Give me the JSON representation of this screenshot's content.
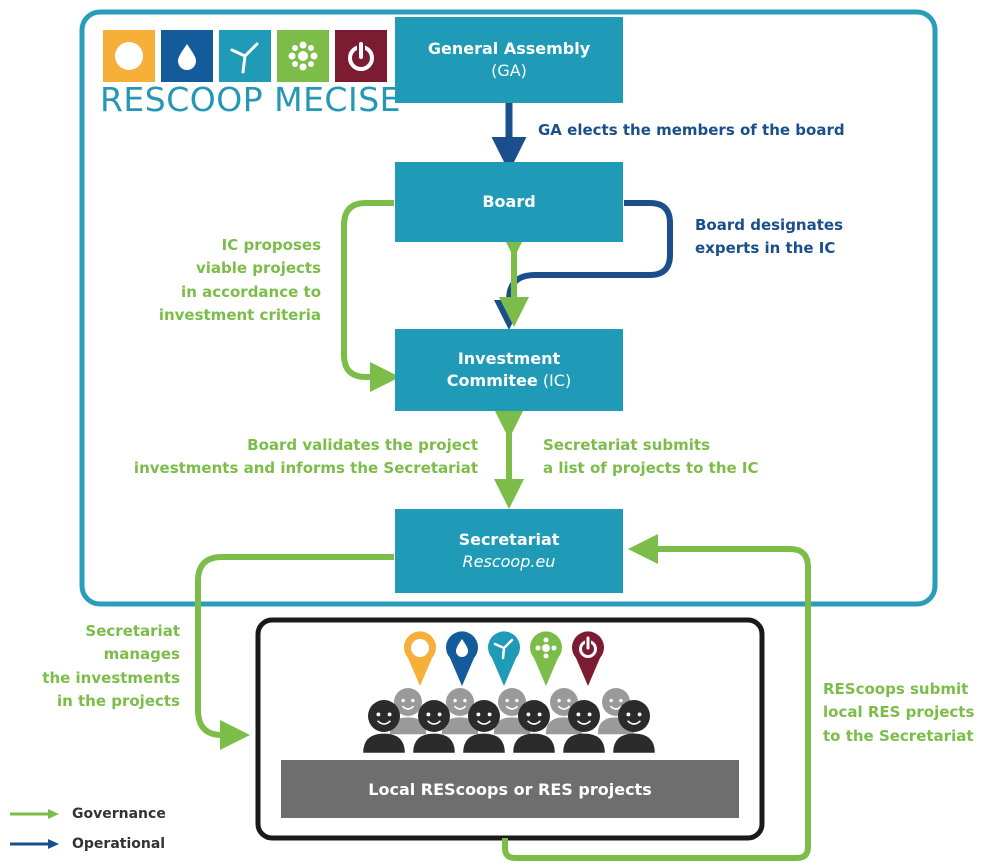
{
  "logo": {
    "text": "RESCOOP MECISE",
    "icons": [
      "sun-icon",
      "water-drop-icon",
      "wind-turbine-icon",
      "biomass-icon",
      "power-icon"
    ],
    "colors": [
      "#f6b03a",
      "#135b9a",
      "#1f9bb7",
      "#7cbd4a",
      "#7b1c33"
    ]
  },
  "nodes": {
    "ga": {
      "title": "General Assembly",
      "sub": "(GA)"
    },
    "board": {
      "title": "Board"
    },
    "ic": {
      "title_line1": "Investment",
      "title_line2": "Commitee",
      "abbr": "(IC)"
    },
    "secretariat": {
      "title": "Secretariat",
      "sub": "Rescoop.eu"
    },
    "local": {
      "title": "Local REScoops or RES projects"
    }
  },
  "labels": {
    "ga_elects": "GA elects the members of the board",
    "board_designates": [
      "Board designates",
      "experts in the IC"
    ],
    "ic_proposes": [
      "IC proposes",
      "viable projects",
      "in accordance to",
      "investment criteria"
    ],
    "board_validates": [
      "Board validates the project",
      "investments and informs the Secretariat"
    ],
    "secretariat_submits": [
      "Secretariat submits",
      "a list of projects to the IC"
    ],
    "secretariat_manages": [
      "Secretariat",
      "manages",
      "the investments",
      "in the projects"
    ],
    "rescoops_submit": [
      "REScoops submit",
      "local RES projects",
      "to the Secretariat"
    ]
  },
  "legend": [
    {
      "label": "Governance",
      "color": "#7cbd4a"
    },
    {
      "label": "Operational",
      "color": "#1a4f8c"
    }
  ],
  "colors": {
    "frame": "#2a9dbb",
    "box": "#1f9bb7",
    "governance": "#7cbd4a",
    "operational": "#1a4f8c",
    "local_frame": "#1a1a1a"
  }
}
